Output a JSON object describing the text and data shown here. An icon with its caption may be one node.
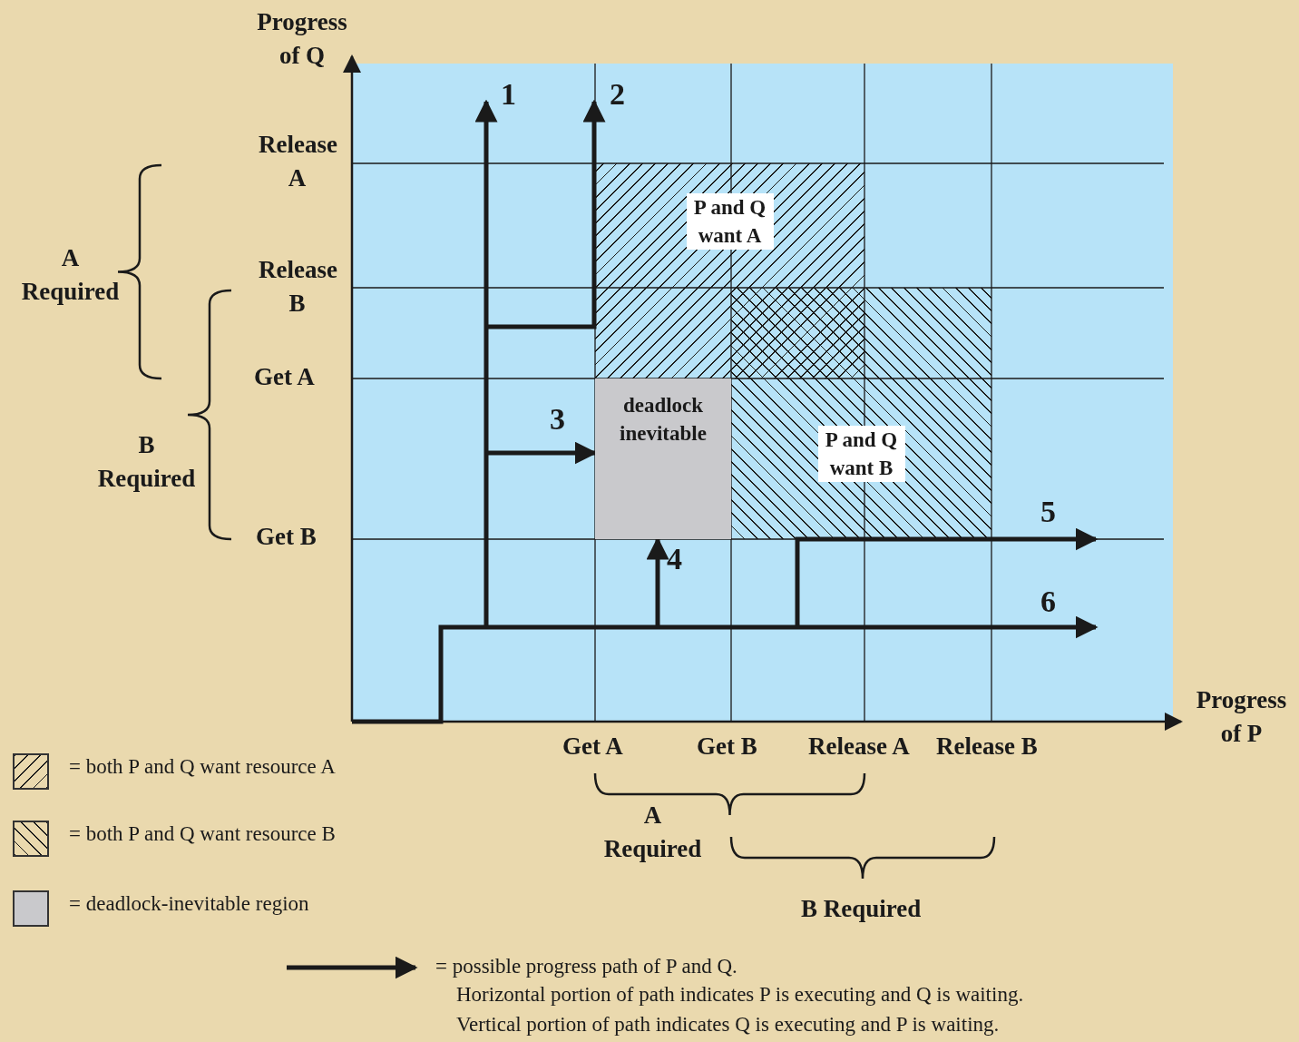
{
  "diagram": {
    "nodes": [
      {
        "text": [
          "P and Q want A"
        ]
      },
      {
        "text": [
          "deadlock inevitable"
        ]
      },
      {
        "text": [
          "P and Q want B"
        ]
      }
    ],
    "edges": [
      {
        "from": null,
        "to": 1,
        "arrow": "to",
        "label": "3"
      },
      {
        "from": null,
        "to": 1,
        "arrow": "to",
        "label": "4"
      }
    ],
    "labels": [
      "Progress of Q",
      "1",
      "2",
      "Release A",
      "A Required",
      "Release B",
      "Get A",
      "B Required",
      "Get B",
      "5",
      "6",
      "Progress of P",
      "Get A",
      "Get B",
      "Release A",
      "Release B",
      "A Required",
      "B Required",
      "Horizontal portion of path indicates P is executing and Q is waiting.",
      "Vertical portion of path indicates Q is executing and P is waiting."
    ],
    "legend": [
      {
        "text": "= both P and Q want resource A"
      },
      {
        "text": "= both P and Q want resource B"
      },
      {
        "text": "= deadlock-inevitable region",
        "color": "#c9c9cc"
      },
      {
        "text": "= possible progress path of P and Q."
      }
    ]
  }
}
